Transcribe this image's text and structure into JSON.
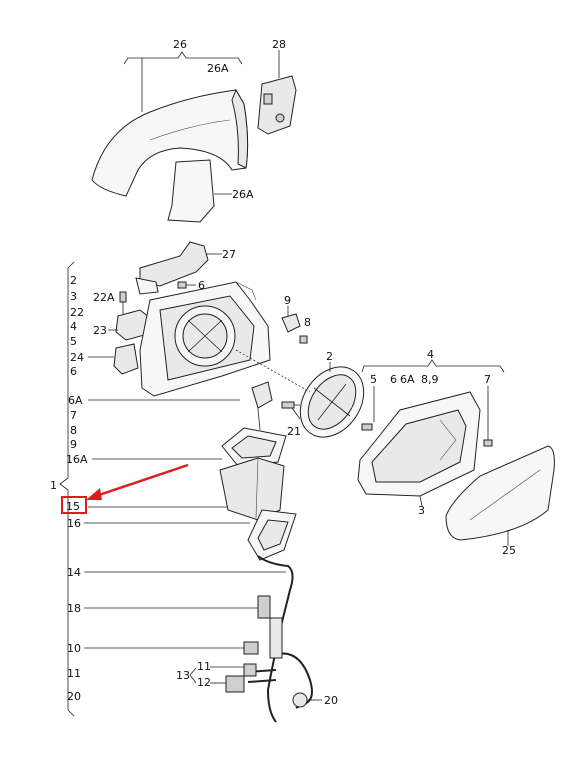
{
  "diagram": {
    "labels": {
      "l26": "26",
      "l26a_top": "26A",
      "l28": "28",
      "l26a_mid": "26A",
      "l27": "27",
      "l6_a": "6",
      "l2_col": "2",
      "l3_col": "3",
      "l22a": "22A",
      "l22": "22",
      "l4_col": "4",
      "l23": "23",
      "l5_col": "5",
      "l24": "24",
      "l6_col": "6",
      "l9": "9",
      "l8": "8",
      "l2_right": "2",
      "l4_right": "4",
      "l5_right": "5",
      "l6_right": "6",
      "l6a_right": "6A",
      "l89": "8,9",
      "l7_right": "7",
      "l6a_col": "6A",
      "l7_col": "7",
      "l8_col": "8",
      "l9_col": "9",
      "l21": "21",
      "l16a": "16A",
      "l1": "1",
      "l3_part": "3",
      "l15": "15",
      "l16": "16",
      "l25": "25",
      "l14": "14",
      "l18": "18",
      "l10": "10",
      "l11_col": "11",
      "l11_part": "11",
      "l13": "13",
      "l12": "12",
      "l20_col": "20",
      "l20_part": "20"
    },
    "highlight_color": "#e01b1b"
  }
}
